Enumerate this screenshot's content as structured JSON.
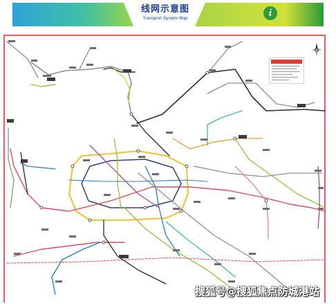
{
  "header": {
    "title_cn": "线网示意图",
    "title_en": "Transport System Map",
    "info_icon": "info-icon"
  },
  "watermark": {
    "text": "搜狐号@搜狐焦点防城港站"
  },
  "colors": {
    "frame": "#f05a5a",
    "header_blue": "#2fa3d8",
    "header_green": "#2c9c3a",
    "line_black": "#2b2b2b",
    "line_grey": "#8f8f8f",
    "line_yellow": "#f2c12e",
    "line_red": "#e64a5a",
    "line_green": "#8ec63f",
    "line_blue": "#2a7fc9",
    "line_teal": "#3fb8b0",
    "line_purple": "#a04ca0",
    "line_orange": "#f39a2b",
    "line_pink": "#ef7ea8"
  },
  "icons": {
    "compass": "compass-icon",
    "info": "info-icon"
  }
}
